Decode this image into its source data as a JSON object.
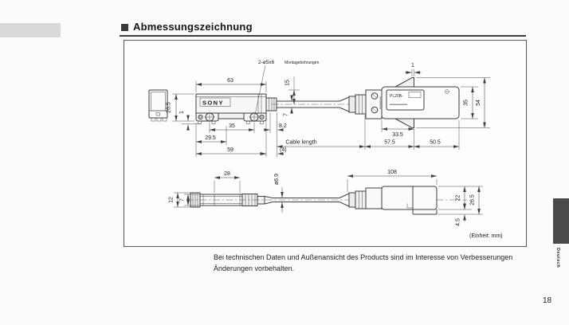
{
  "page": {
    "section_title": "Abmessungszeichnung",
    "page_number": "18",
    "language_tab": "Deutsch",
    "footnote": {
      "line1": "Bei technischen Daten und Außenansicht des Products sind im Interesse von Verbesserungen",
      "line2": "Änderungen vorbehalten."
    }
  },
  "drawing": {
    "unit_note": "(Einheit: mm)",
    "brand_logo": "SONY",
    "connector_label": "PL20B-",
    "mounting_callout": {
      "main": "2-ø5x6",
      "sub": "Montagebohrungen"
    },
    "top_view": {
      "body_width": "63",
      "cable_offset": "15",
      "body_height": "26.5",
      "flange_step": "1",
      "hole_spacing": "35",
      "gland_width": "8.2",
      "cable_width": "7",
      "hole_offset": "29.5",
      "body_length": "59",
      "gap": "(4)",
      "cable_length_label": "Cable length",
      "conn_front_length": "57.5",
      "conn_rear_length": "50.5",
      "conn_inner_length": "33.5",
      "latch_tip": "1",
      "conn_height": "35",
      "conn_total_height": "54"
    },
    "side_view": {
      "inner_width": "28",
      "cap_height": "12",
      "body_height": "7",
      "cable_diameter": "ø6.9",
      "conn_length": "108",
      "conn_height": "22",
      "conn_total_height": "26.5",
      "latch_depth": "4.5"
    },
    "colors": {
      "ink": "#3f3f3f",
      "tab": "#4b4b49",
      "artifact_bar": "#d9d9d7"
    }
  }
}
